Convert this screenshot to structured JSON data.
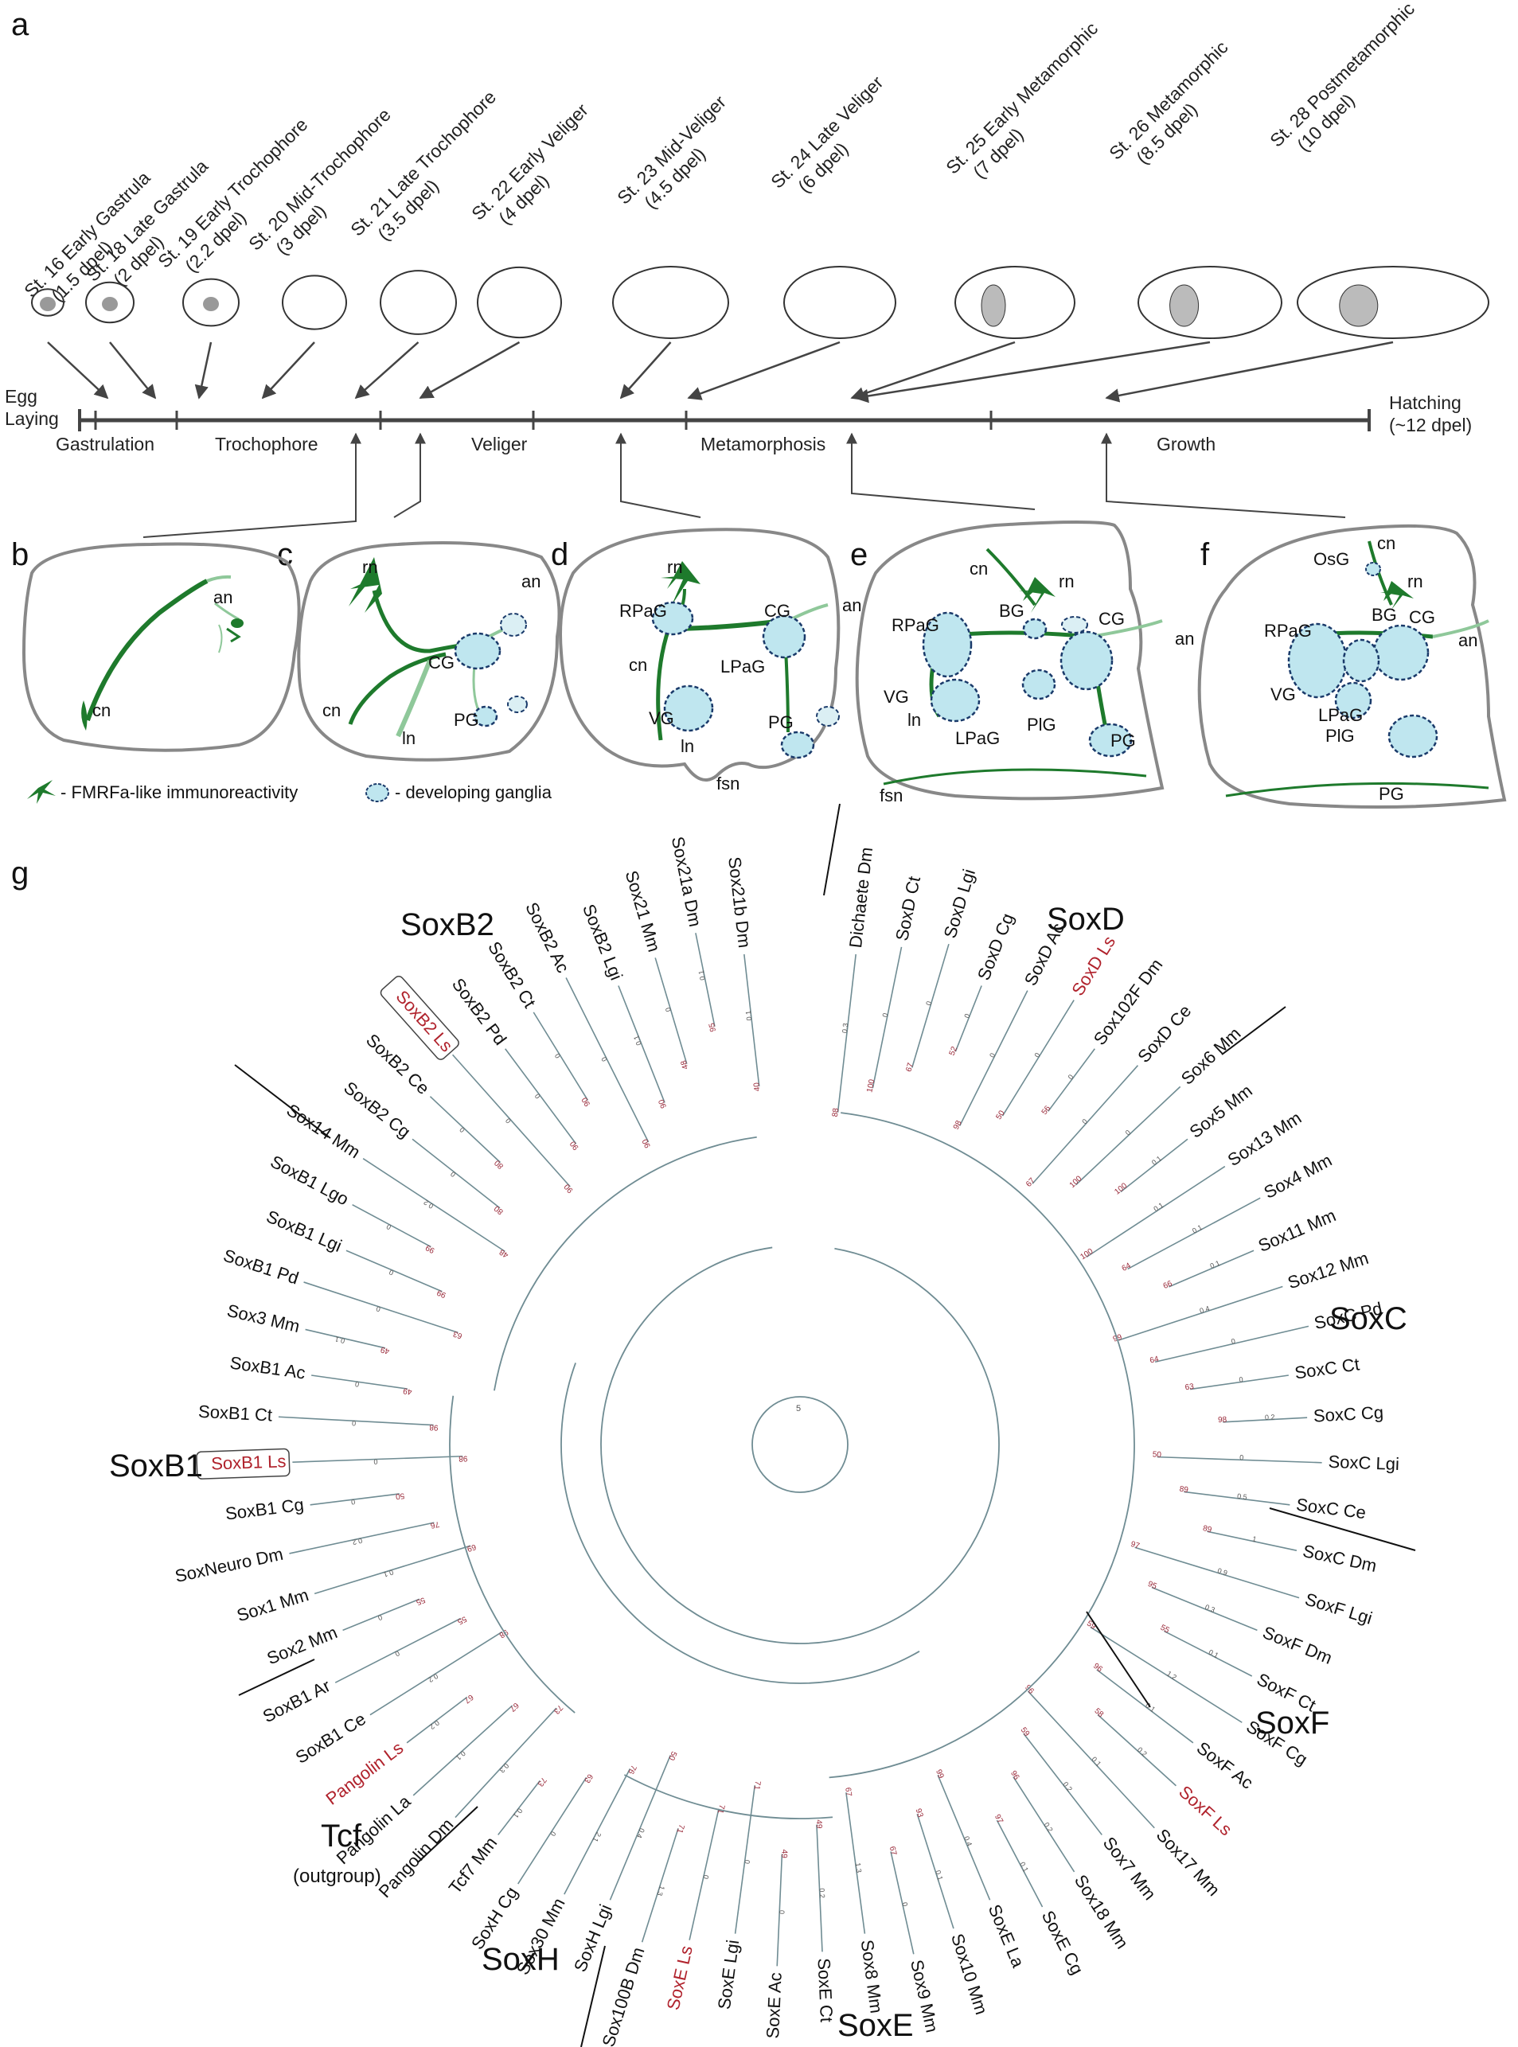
{
  "panels": {
    "a": "a",
    "b": "b",
    "c": "c",
    "d": "d",
    "e": "e",
    "f": "f",
    "g": "g"
  },
  "stages": [
    {
      "name": "St. 16 Early Gastrula",
      "time": "(1.5 dpel)"
    },
    {
      "name": "St. 18 Late Gastrula",
      "time": "(2 dpel)"
    },
    {
      "name": "St. 19 Early Trochophore",
      "time": "(2.2 dpel)"
    },
    {
      "name": "St. 20 Mid-Trochophore",
      "time": "(3 dpel)"
    },
    {
      "name": "St. 21 Late Trochophore",
      "time": "(3.5 dpel)"
    },
    {
      "name": "St. 22 Early Veliger",
      "time": "(4 dpel)"
    },
    {
      "name": "St. 23 Mid-Veliger",
      "time": "(4.5 dpel)"
    },
    {
      "name": "St. 24 Late Veliger",
      "time": "(6 dpel)"
    },
    {
      "name": "St. 25 Early Metamorphic",
      "time": "(7 dpel)"
    },
    {
      "name": "St. 26 Metamorphic",
      "time": "(8.5 dpel)"
    },
    {
      "name": "St. 28 Postmetamorphic",
      "time": "(10 dpel)"
    }
  ],
  "timeline": {
    "start_1": "Egg",
    "start_2": "Laying",
    "phases": [
      "Gastrulation",
      "Trochophore",
      "Veliger",
      "Metamorphosis",
      "Growth"
    ],
    "end_1": "Hatching",
    "end_2": "(~12 dpel)"
  },
  "annotations": {
    "b": [
      "an",
      "cn"
    ],
    "c": [
      "rn",
      "an",
      "CG",
      "cn",
      "PG",
      "ln"
    ],
    "d": [
      "rn",
      "RPaG",
      "CG",
      "an",
      "cn",
      "LPaG",
      "VG",
      "ln",
      "PG",
      "fsn"
    ],
    "e": [
      "cn",
      "rn",
      "BG",
      "RPaG",
      "CG",
      "an",
      "VG",
      "ln",
      "LPaG",
      "PlG",
      "PG",
      "fsn"
    ],
    "f": [
      "cn",
      "OsG",
      "rn",
      "BG",
      "CG",
      "RPaG",
      "an",
      "VG",
      "LPaG",
      "PlG",
      "PG"
    ]
  },
  "legend": {
    "fmrf": "- FMRFa-like immunoreactivity",
    "ganglia": "- developing ganglia"
  },
  "clades": {
    "SoxB2": "SoxB2",
    "SoxD": "SoxD",
    "SoxB1": "SoxB1",
    "SoxC": "SoxC",
    "SoxF": "SoxF",
    "Tcf": "Tcf",
    "Tcf_sub": "(outgroup)",
    "SoxH": "SoxH",
    "SoxE": "SoxE"
  },
  "tree_scale": "5",
  "leaves": [
    {
      "label": "Dichaete Dm",
      "bl": "0.3",
      "bs": "88"
    },
    {
      "label": "SoxD Ct",
      "bl": "0",
      "bs": "100"
    },
    {
      "label": "SoxD Lgi",
      "bl": "0",
      "bs": "67"
    },
    {
      "label": "SoxD Cg",
      "bl": "0",
      "bs": "52"
    },
    {
      "label": "SoxD Ac",
      "bl": "0",
      "bs": "98"
    },
    {
      "label": "SoxD Ls",
      "hl": true,
      "bl": "0",
      "bs": "50"
    },
    {
      "label": "Sox102F Dm",
      "bl": "0",
      "bs": "56"
    },
    {
      "label": "SoxD Ce",
      "bl": "0",
      "bs": "67"
    },
    {
      "label": "Sox6 Mm",
      "bl": "0",
      "bs": "100"
    },
    {
      "label": "Sox5 Mm",
      "bl": "0.1",
      "bs": "100"
    },
    {
      "label": "Sox13 Mm",
      "bl": "0.1",
      "bs": "100"
    },
    {
      "label": "Sox4 Mm",
      "bl": "0.1",
      "bs": "64"
    },
    {
      "label": "Sox11 Mm",
      "bl": "0.1",
      "bs": "66"
    },
    {
      "label": "Sox12 Mm",
      "bl": "0.4",
      "bs": "99"
    },
    {
      "label": "SoxC Pd",
      "bl": "0",
      "bs": "64"
    },
    {
      "label": "SoxC Ct",
      "bl": "0",
      "bs": "63"
    },
    {
      "label": "SoxC Cg",
      "bl": "0.2",
      "bs": "98"
    },
    {
      "label": "SoxC Lgi",
      "bl": "0",
      "bs": "50"
    },
    {
      "label": "SoxC Ce",
      "bl": "0.5",
      "bs": "89"
    },
    {
      "label": "SoxC Dm",
      "bl": "1",
      "bs": "89"
    },
    {
      "label": "SoxF Lgi",
      "bl": "0.9",
      "bs": "97"
    },
    {
      "label": "SoxF Dm",
      "bl": "0.3",
      "bs": "95"
    },
    {
      "label": "SoxF Ct",
      "bl": "0.1",
      "bs": "55"
    },
    {
      "label": "SoxF Cg",
      "bl": "1.2",
      "bs": "59"
    },
    {
      "label": "SoxF Ac",
      "bl": "0.1",
      "bs": "96"
    },
    {
      "label": "SoxF Ls",
      "hl": true,
      "bl": "0.2",
      "bs": "58"
    },
    {
      "label": "Sox17 Mm",
      "bl": "0.1",
      "bs": "96"
    },
    {
      "label": "Sox7 Mm",
      "bl": "0.2",
      "bs": "59"
    },
    {
      "label": "Sox18 Mm",
      "bl": "0.2",
      "bs": "96"
    },
    {
      "label": "SoxE Cg",
      "bl": "0.1",
      "bs": "97"
    },
    {
      "label": "SoxE La",
      "bl": "0.4",
      "bs": "99"
    },
    {
      "label": "Sox10 Mm",
      "bl": "0.1",
      "bs": "93"
    },
    {
      "label": "Sox9 Mm",
      "bl": "0",
      "bs": "67"
    },
    {
      "label": "Sox8 Mm",
      "bl": "1.3",
      "bs": "67"
    },
    {
      "label": "SoxE Ct",
      "bl": "0.2",
      "bs": "49"
    },
    {
      "label": "SoxE Ac",
      "bl": "0",
      "bs": "49"
    },
    {
      "label": "SoxE Lgi",
      "bl": "0",
      "bs": "71"
    },
    {
      "label": "SoxE Ls",
      "hl": true,
      "bl": "0",
      "bs": "71"
    },
    {
      "label": "Sox100B Dm",
      "bl": "1.3",
      "bs": "71"
    },
    {
      "label": "SoxH Lgi",
      "bl": "0.4",
      "bs": "50"
    },
    {
      "label": "Sox30 Mm",
      "bl": "2.1",
      "bs": "76"
    },
    {
      "label": "SoxH Cg",
      "bl": "0",
      "bs": "63"
    },
    {
      "label": "Tcf7 Mm",
      "bl": "0.1",
      "bs": "73"
    },
    {
      "label": "Pangolin Dm",
      "bl": "0.3",
      "bs": "73"
    },
    {
      "label": "Pangolin La",
      "bl": "0.1",
      "bs": "67"
    },
    {
      "label": "Pangolin Ls",
      "hl": true,
      "bl": "0.2",
      "bs": "67"
    },
    {
      "label": "SoxB1 Ce",
      "bl": "0.2",
      "bs": "98"
    },
    {
      "label": "SoxB1 Ar",
      "bl": "0",
      "bs": "55"
    },
    {
      "label": "Sox2 Mm",
      "bl": "0",
      "bs": "55"
    },
    {
      "label": "Sox1 Mm",
      "bl": "0.1",
      "bs": "69"
    },
    {
      "label": "SoxNeuro Dm",
      "bl": "0.2",
      "bs": "76"
    },
    {
      "label": "SoxB1 Cg",
      "bl": "0",
      "bs": "50"
    },
    {
      "label": "SoxB1 Ls",
      "hl": true,
      "boxed": true,
      "bl": "0",
      "bs": "98"
    },
    {
      "label": "SoxB1 Ct",
      "bl": "0",
      "bs": "98"
    },
    {
      "label": "SoxB1 Ac",
      "bl": "0",
      "bs": "49"
    },
    {
      "label": "Sox3 Mm",
      "bl": "0.1",
      "bs": "49"
    },
    {
      "label": "SoxB1 Pd",
      "bl": "0",
      "bs": "63"
    },
    {
      "label": "SoxB1 Lgi",
      "bl": "0",
      "bs": "99"
    },
    {
      "label": "SoxB1 Lgo",
      "bl": "0",
      "bs": "99"
    },
    {
      "label": "Sox14 Mm",
      "bl": "0.2",
      "bs": "48"
    },
    {
      "label": "SoxB2 Cg",
      "bl": "0",
      "bs": "80"
    },
    {
      "label": "SoxB2 Ce",
      "bl": "0",
      "bs": "80"
    },
    {
      "label": "SoxB2 Ls",
      "hl": true,
      "boxed": true,
      "bl": "0",
      "bs": "90"
    },
    {
      "label": "SoxB2 Pd",
      "bl": "0",
      "bs": "90"
    },
    {
      "label": "SoxB2 Ct",
      "bl": "0",
      "bs": "90"
    },
    {
      "label": "SoxB2 Ac",
      "bl": "0",
      "bs": "90"
    },
    {
      "label": "SoxB2 Lgi",
      "bl": "0.1",
      "bs": "90"
    },
    {
      "label": "Sox21 Mm",
      "bl": "0",
      "bs": "48"
    },
    {
      "label": "Sox21a Dm",
      "bl": "0.1",
      "bs": "95"
    },
    {
      "label": "Sox21b Dm",
      "bl": "0.1",
      "bs": "40"
    }
  ]
}
